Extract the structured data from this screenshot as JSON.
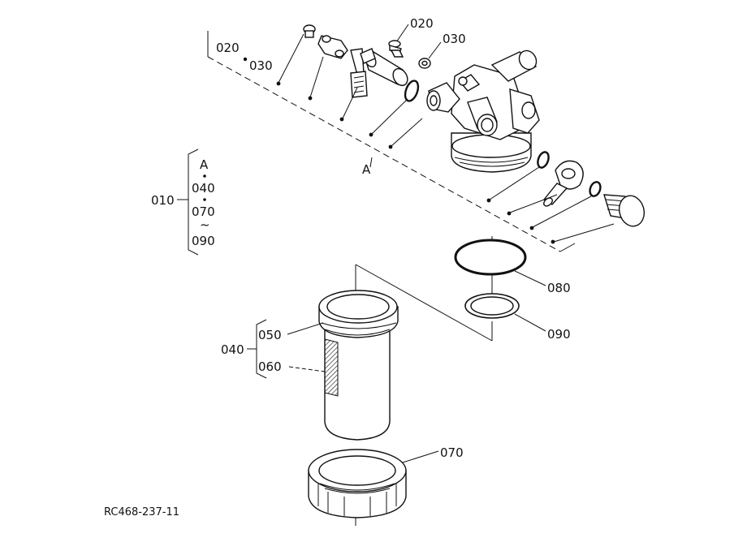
{
  "labels": {
    "top_020_a": "020",
    "top_030_a": "030",
    "top_020_b": "020",
    "top_030_b": "030",
    "ref_a": "A",
    "grp_a": "A",
    "grp_040": "040",
    "grp_070": "070",
    "grp_090": "090",
    "grp_tilde": "~",
    "assy_010": "010",
    "assy_040": "040",
    "p_050": "050",
    "p_060": "060",
    "p_070": "070",
    "p_080": "080",
    "p_090": "090",
    "drawing_id": "RC468-237-11"
  },
  "colors": {
    "line": "#111111",
    "background": "#ffffff"
  }
}
